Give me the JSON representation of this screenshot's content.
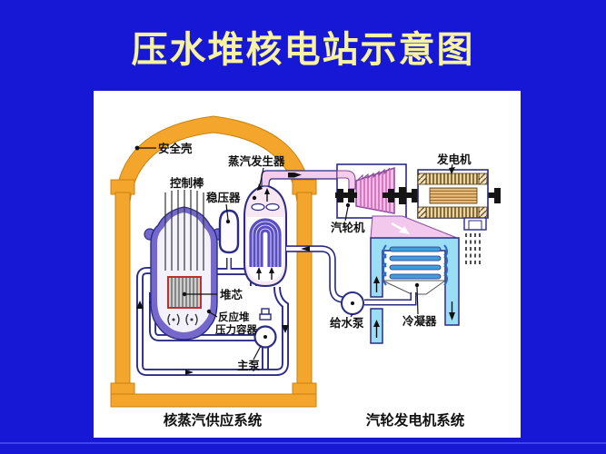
{
  "title": "压水堆核电站示意图",
  "diagram": {
    "labels": {
      "containment": "安全壳",
      "control_rods": "控制棒",
      "pressurizer": "稳压器",
      "steam_generator": "蒸汽发生器",
      "turbine": "汽轮机",
      "generator": "发电机",
      "core": "堆芯",
      "rpv_line1": "反应堆",
      "rpv_line2": "压力容器",
      "main_pump": "主泵",
      "feedwater_pump": "给水泵",
      "condenser": "冷凝器"
    },
    "systems": {
      "nuclear_steam_supply": "核蒸汽供应系统",
      "turbine_generator": "汽轮发电机系统"
    }
  },
  "colors": {
    "background": "#1717d6",
    "title_text": "#f7f3a0",
    "panel": "#ffffff",
    "containment_fill": "#f4a62c",
    "containment_stroke": "#c9830c",
    "pipe_outline": "#2b2b85",
    "vessel_purple": "#7468cc",
    "vessel_inner": "#f3f1fb",
    "sg_pink": "#f6e7f3",
    "utube_purple": "#5a4ec2",
    "steam_pipe_pink": "#f4cdea",
    "turbine_pink": "#f5bce8",
    "exhaust_pink": "#f2c8ec",
    "generator_tan": "#edd3a0",
    "rotor_tan": "#ecbf80",
    "condenser_water": "#9adef5",
    "condenser_tube": "#3f9fd8",
    "label_text": "#111111"
  }
}
